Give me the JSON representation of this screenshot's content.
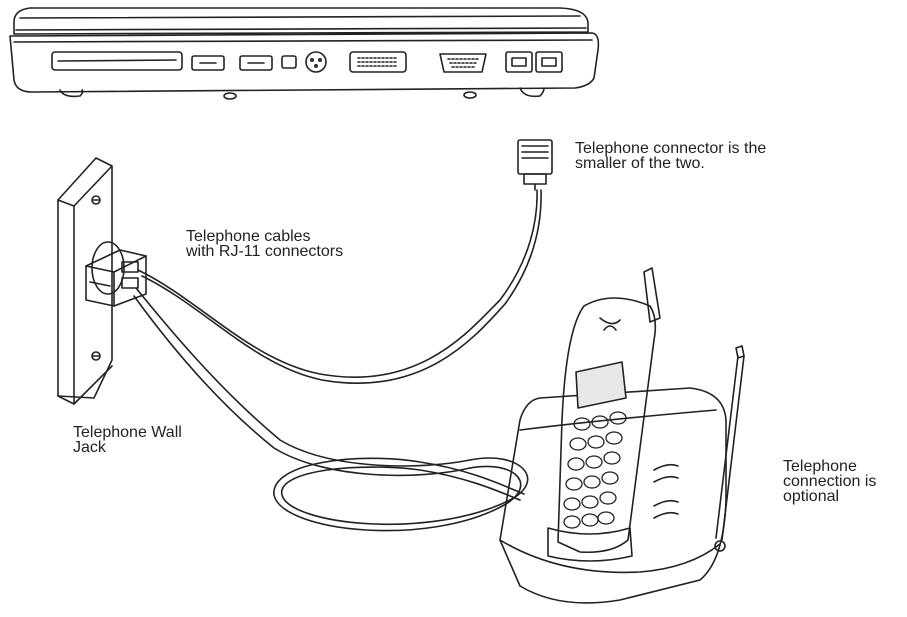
{
  "labels": {
    "phone_connector": [
      "Telephone connector is the",
      "smaller of the two."
    ],
    "cables": [
      "Telephone cables",
      "with RJ-11 connectors"
    ],
    "wall_jack": [
      "Telephone Wall",
      "Jack"
    ],
    "optional": [
      "Telephone",
      "connection is",
      "optional"
    ]
  },
  "colors": {
    "ink": "#222222",
    "background": "#ffffff",
    "screen_fill": "#e8e8e8"
  },
  "icons": {
    "laptop": "laptop-side-view",
    "wall_jack": "telephone-wall-jack",
    "plug": "rj11-plug",
    "phone": "cordless-phone-with-base"
  }
}
